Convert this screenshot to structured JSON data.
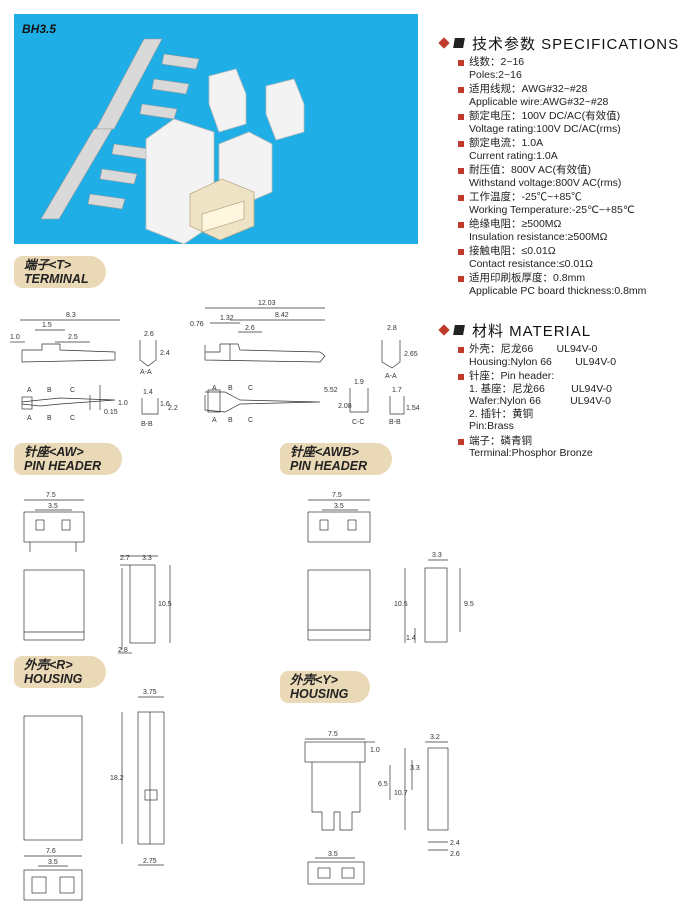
{
  "photo": {
    "label": "BH3.5"
  },
  "specifications": {
    "title": "技术参数 SPECIFICATIONS",
    "items": [
      {
        "cn": "线数：2~16",
        "en": "Poles:2~16"
      },
      {
        "cn": "适用线规：AWG#32~#28",
        "en": "Applicable wire:AWG#32~#28"
      },
      {
        "cn": "额定电压：100V DC/AC(有效值)",
        "en": "Voltage rating:100V DC/AC(rms)"
      },
      {
        "cn": "额定电流：1.0A",
        "en": "Current rating:1.0A"
      },
      {
        "cn": "耐压值：800V AC(有效值)",
        "en": "Withstand voltage:800V AC(rms)"
      },
      {
        "cn": "工作温度：-25℃~+85℃",
        "en": "Working Temperature:-25℃~+85℃"
      },
      {
        "cn": "绝缘电阻：≥500MΩ",
        "en": "Insulation resistance:≥500MΩ"
      },
      {
        "cn": "接触电阻：≤0.01Ω",
        "en": "Contact resistance:≤0.01Ω"
      },
      {
        "cn": "适用印刷板厚度：0.8mm",
        "en": "Applicable PC board thickness:0.8mm"
      }
    ]
  },
  "material": {
    "title": "材料 MATERIAL",
    "items": [
      {
        "lines": [
          "外壳：尼龙66        UL94V-0",
          "Housing:Nylon 66        UL94V-0"
        ]
      },
      {
        "lines": [
          "针座：Pin header:",
          "1. 基座：尼龙66         UL94V-0",
          "Wafer:Nylon 66          UL94V-0",
          "2. 插针：黄铜",
          "Pin:Brass"
        ]
      },
      {
        "lines": [
          "端子：磷青铜",
          "Terminal:Phosphor Bronze"
        ]
      }
    ]
  },
  "tags": {
    "terminal": {
      "cn": "端子<T>",
      "en": "TERMINAL"
    },
    "aw": {
      "cn": "针座<AW>",
      "en": "PIN HEADER"
    },
    "awb": {
      "cn": "针座<AWB>",
      "en": "PIN HEADER"
    },
    "r": {
      "cn": "外壳<R>",
      "en": "HOUSING"
    },
    "y": {
      "cn": "外壳<Y>",
      "en": "HOUSING"
    }
  },
  "dims": {
    "t_left": [
      "8.3",
      "1.5",
      "2.5",
      "1.0"
    ],
    "t_aa": [
      "2.6",
      "2.4",
      "A-A"
    ],
    "t_bb": [
      "1.4",
      "1.6",
      "2.2",
      "B-B"
    ],
    "t_side": [
      "1.0",
      "0.15"
    ],
    "t_abc": [
      "A",
      "B",
      "C",
      "A",
      "B",
      "C"
    ],
    "t_right": [
      "12.03",
      "0.76",
      "1.32",
      "8.42",
      "2.6"
    ],
    "t_right_abc": [
      "A",
      "B",
      "C",
      "A",
      "B",
      "C"
    ],
    "t_r_side": [
      "5.52",
      "2.08"
    ],
    "t_cc": [
      "1.9",
      "C-C"
    ],
    "t_r_aa": [
      "2.8",
      "2.65",
      "A-A"
    ],
    "t_r_bb": [
      "1.7",
      "1.54",
      "B-B"
    ],
    "aw": [
      "7.5",
      "3.5",
      "2.7",
      "3.3",
      "10.5",
      "2.8"
    ],
    "awb": [
      "7.5",
      "3.5",
      "3.3",
      "10.5",
      "9.5",
      "1.4"
    ],
    "r": [
      "3.75",
      "18.2",
      "7.6",
      "3.5",
      "2.75"
    ],
    "y": [
      "7.5",
      "1.0",
      "3.2",
      "6.5",
      "10.7",
      "3.3",
      "2.4",
      "2.6",
      "3.5"
    ]
  }
}
